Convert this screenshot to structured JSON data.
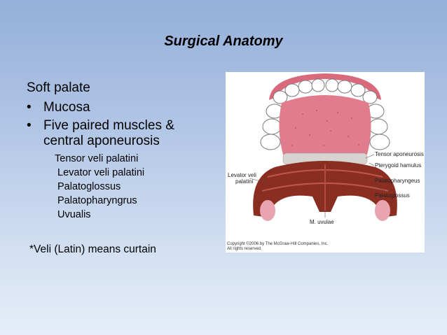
{
  "slide": {
    "title": "Surgical Anatomy",
    "heading": "Soft palate",
    "bullets": [
      "Mucosa",
      "Five paired muscles & central aponeurosis"
    ],
    "bullet_lines": [
      "Five paired muscles &",
      "central aponeurosis"
    ],
    "bullet_char": "•",
    "sub_items": [
      "Tensor veli palatini",
      "Levator veli palatini",
      "Palatoglossus",
      "Palatopharyngrus",
      "Uvualis"
    ],
    "note": "*Veli (Latin) means curtain"
  },
  "figure": {
    "labels": {
      "tensor_aponeurosis": "Tensor aponeurosis",
      "pterygoid_hamulus": "Pterygoid hamulus",
      "palatopharyngeus": "Palatopharyngeus",
      "palatoglossus": "Palatoglossus",
      "levator_line1": "Levator veli",
      "levator_line2": "palatini",
      "uvulae": "M. uvulae"
    },
    "copyright_line1": "Copyright ©2006 by The McGraw-Hill Companies, Inc.",
    "copyright_line2": "All rights reserved."
  }
}
